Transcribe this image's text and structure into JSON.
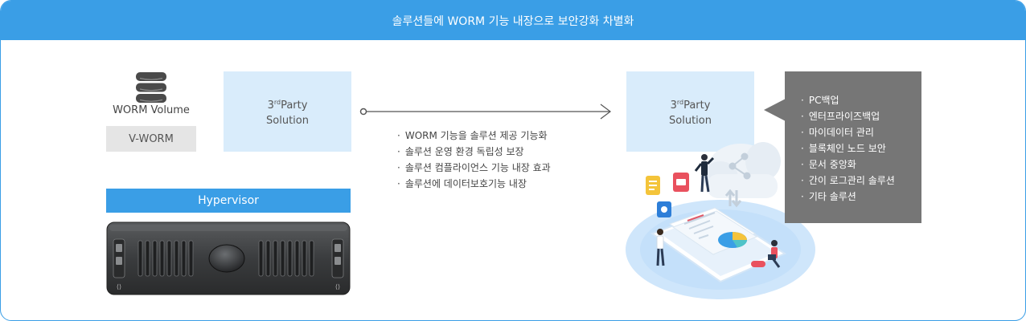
{
  "header": {
    "title": "솔루션들에 WORM 기능 내장으로 보안강화 차별화"
  },
  "left": {
    "worm_volume_label": "WORM Volume",
    "vworm_label": "V-WORM",
    "hypervisor_label": "Hypervisor"
  },
  "solutions": [
    {
      "sup_prefix": "3",
      "sup": "rd",
      "name": "Party",
      "line2": "Solution"
    },
    {
      "sup_prefix": "3",
      "sup": "rd",
      "name": "Party",
      "line2": "Solution"
    }
  ],
  "features": [
    "WORM 기능을 솔루션 제공 기능화",
    "솔루션 운영 환경 독립성 보장",
    "솔루션 컴플라이언스 기능 내장 효과",
    "솔루션에 데이터보호기능 내장"
  ],
  "use_cases": [
    "PC백업",
    "엔터프라이즈백업",
    "마이데이터 관리",
    "블록체인 노드 보안",
    "문서 중앙화",
    "간이 로그관리 솔루션",
    "기타 솔루션"
  ],
  "colors": {
    "accent": "#3a9ee6",
    "solution_bg": "#d9ecfb",
    "callout_bg": "#767676",
    "vworm_bg": "#e5e5e5"
  },
  "icons": {
    "volume": "database-icon",
    "server": "server-icon",
    "illustration": "cloud-document-illustration"
  }
}
